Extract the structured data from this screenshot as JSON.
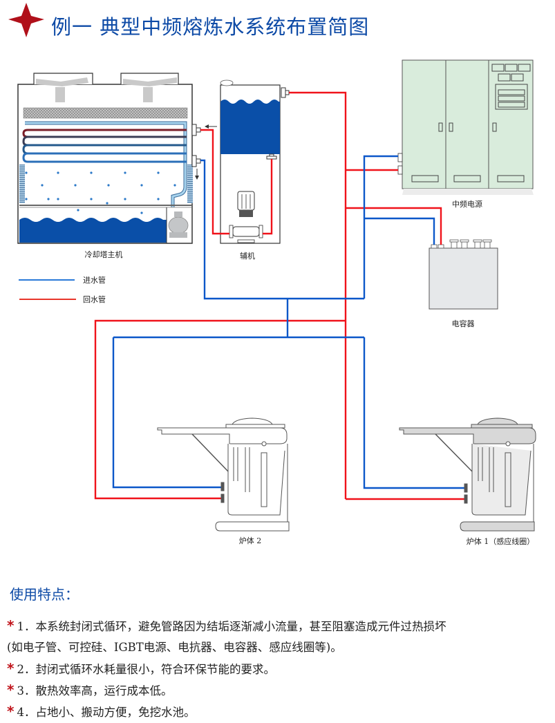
{
  "header": {
    "title": "例一  典型中频熔炼水系统布置简图",
    "marker_icon": "red-four-point-star",
    "title_color": "#0d4aa6",
    "marker_color": "#b0101a"
  },
  "diagram": {
    "components": {
      "cooling_tower": "冷却塔主机",
      "auxiliary": "辅机",
      "power_supply": "中频电源",
      "capacitor": "电容器",
      "furnace2": "炉体 2",
      "furnace1": "炉体 1（感应线圈）"
    },
    "legend": [
      {
        "label": "进水管",
        "color": "#2a7ad8"
      },
      {
        "label": "回水管",
        "color": "#e8352a"
      }
    ],
    "pipe_colors": {
      "supply": "#0b57c9",
      "return": "#f0121a",
      "water": "#0a4fa8",
      "cabinet": "#d9ecdc",
      "capacitor": "#e6e8ea"
    }
  },
  "features": {
    "title": "使用特点：",
    "bullet": "*",
    "items": [
      {
        "lines": [
          "1．本系统封闭式循环，避免管路因为结垢逐渐减小流量，甚至阻塞造成元件过热损坏",
          "(如电子管、可控硅、IGBT电源、电抗器、电容器、感应线圈等)。"
        ]
      },
      {
        "lines": [
          "2．封闭式循环水耗量很小，符合环保节能的要求。"
        ]
      },
      {
        "lines": [
          "3．散热效率高，运行成本低。"
        ]
      },
      {
        "lines": [
          "4．占地小、搬动方便，免挖水池。"
        ]
      }
    ]
  }
}
